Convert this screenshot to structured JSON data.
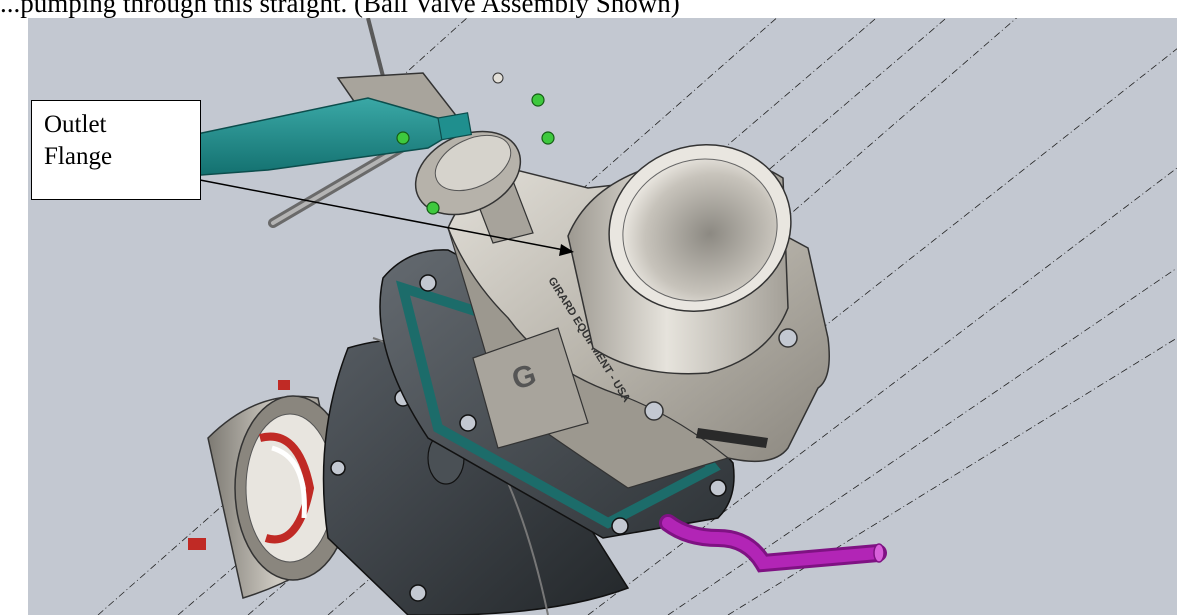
{
  "caption": {
    "text": "...pumping through this straight. (Ball Valve Assembly Shown)"
  },
  "callout": {
    "line1": "Outlet",
    "line2": "Flange"
  },
  "parts": {
    "body_text": "GIRARD EQUIPMENT - USA",
    "plate_logo": "G"
  },
  "colors": {
    "background": "#c3c8d1",
    "body": "#b9b5ac",
    "handle": "#1f8f8e",
    "flange": "#3e4347",
    "gasket": "#1c6c6a",
    "pipe": "#b225b6",
    "accent": "#c02a25"
  }
}
